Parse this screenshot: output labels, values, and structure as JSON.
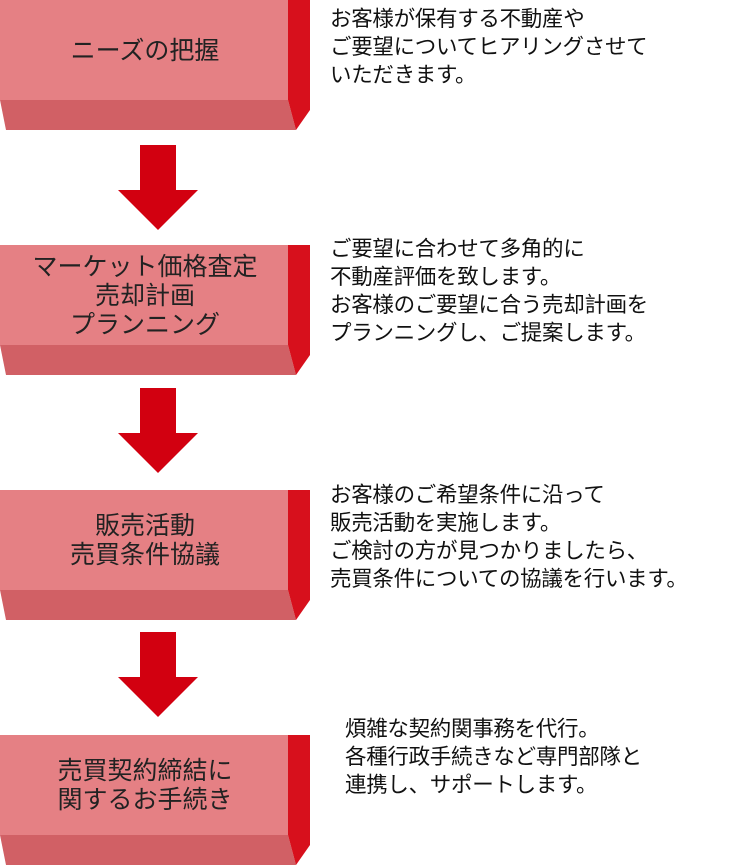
{
  "colors": {
    "box_front": "#e58084",
    "box_bottom": "#d16065",
    "box_side": "#d7101c",
    "arrow": "#d20010",
    "text": "#111111"
  },
  "steps": [
    {
      "label": "ニーズの把握",
      "description": "お客様が保有する不動産や\nご要望についてヒアリングさせて\nいただきます。"
    },
    {
      "label": "マーケット価格査定\n売却計画\nプランニング",
      "description": "ご要望に合わせて多角的に\n不動産評価を致します。\nお客様のご要望に合う売却計画を\nプランニングし、ご提案します。"
    },
    {
      "label": "販売活動\n売買条件協議",
      "description": "お客様のご希望条件に沿って\n販売活動を実施します。\nご検討の方が見つかりましたら、\n売買条件についての協議を行います。"
    },
    {
      "label": "売買契約締結に\n関するお手続き",
      "description": "煩雑な契約関事務を代行。\n各種行政手続きなど専門部隊と\n連携し、サポートします。"
    }
  ],
  "arrows": [
    "down-arrow",
    "down-arrow",
    "down-arrow"
  ]
}
